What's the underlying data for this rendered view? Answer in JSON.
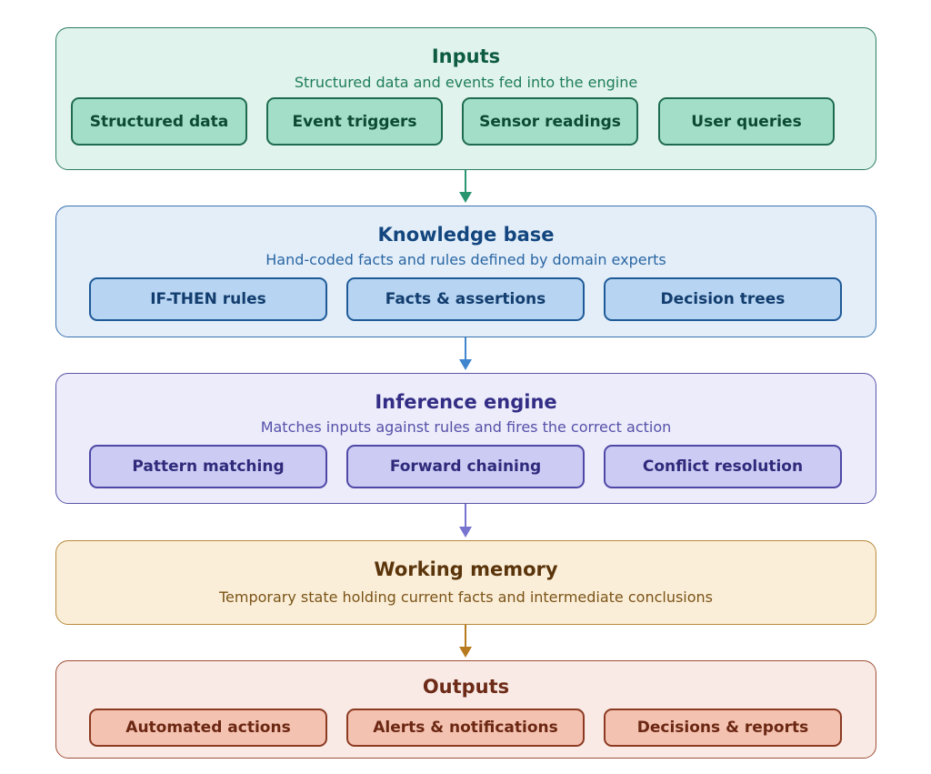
{
  "layers": {
    "inputs": {
      "title": "Inputs",
      "subtitle": "Structured data and events fed into the engine",
      "items": [
        "Structured data",
        "Event triggers",
        "Sensor readings",
        "User queries"
      ]
    },
    "knowledge_base": {
      "title": "Knowledge base",
      "subtitle": "Hand-coded facts and rules defined by domain experts",
      "items": [
        "IF-THEN rules",
        "Facts & assertions",
        "Decision trees"
      ]
    },
    "inference_engine": {
      "title": "Inference engine",
      "subtitle": "Matches inputs against rules and fires the correct action",
      "items": [
        "Pattern matching",
        "Forward chaining",
        "Conflict resolution"
      ]
    },
    "working_memory": {
      "title": "Working memory",
      "subtitle": "Temporary state holding current facts and intermediate conclusions"
    },
    "outputs": {
      "title": "Outputs",
      "items": [
        "Automated actions",
        "Alerts & notifications",
        "Decisions & reports"
      ]
    }
  },
  "colors": {
    "inputs": "#2a9670",
    "knowledge_base": "#3f86cf",
    "inference_engine": "#7774cf",
    "working_memory": "#b77a1e",
    "outputs": "#a2503a"
  },
  "flow": [
    "inputs",
    "knowledge_base",
    "inference_engine",
    "working_memory",
    "outputs"
  ]
}
